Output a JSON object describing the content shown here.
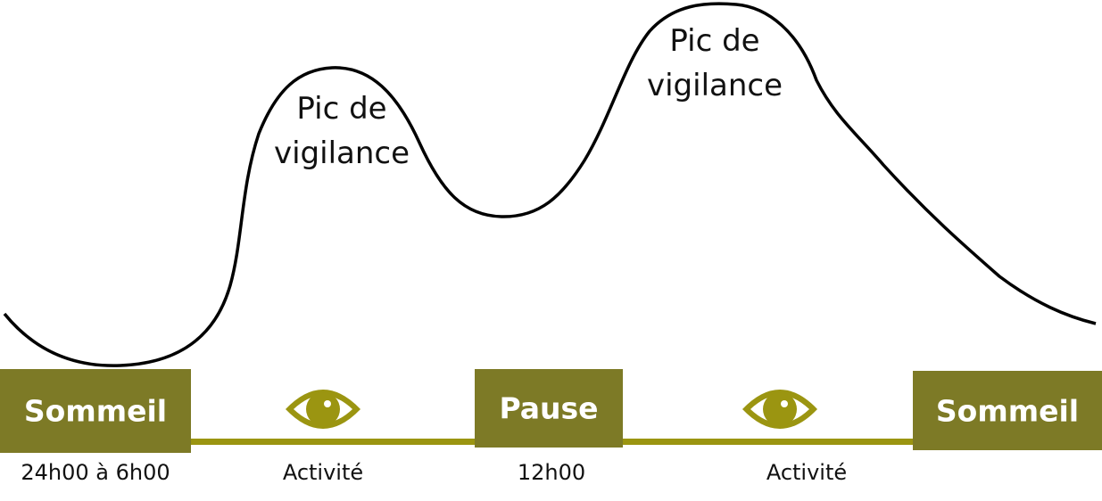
{
  "colors": {
    "block": "#7d7a26",
    "connector": "#9b9511",
    "eye": "#9b9511",
    "curve": "#000000",
    "text": "#111111",
    "block_text": "#ffffff"
  },
  "peaks": [
    {
      "line1": "Pic de",
      "line2": "vigilance"
    },
    {
      "line1": "Pic de",
      "line2": "vigilance"
    }
  ],
  "blocks": [
    {
      "label": "Sommeil",
      "caption": "24h00 à 6h00"
    },
    {
      "label": "Pause",
      "caption": "12h00"
    },
    {
      "label": "Sommeil",
      "caption": ""
    }
  ],
  "activities": [
    {
      "icon": "eye-icon",
      "caption": "Activité"
    },
    {
      "icon": "eye-icon",
      "caption": "Activité"
    }
  ]
}
